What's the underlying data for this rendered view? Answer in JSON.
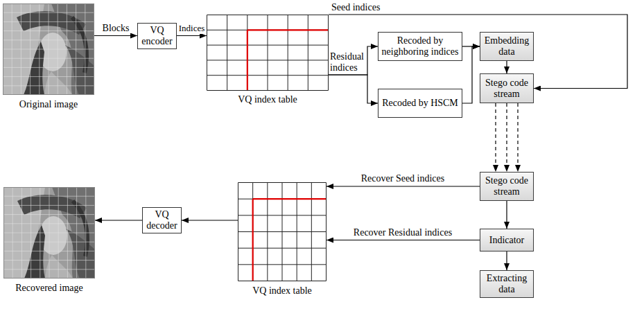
{
  "diagram": {
    "nodes": [
      {
        "text": [
          "Original image"
        ]
      },
      {
        "text": [
          "VQ encoder"
        ]
      },
      {
        "text": [
          "VQ index table"
        ]
      },
      {
        "text": [
          "Recoded by neighboring indices"
        ]
      },
      {
        "text": [
          "Recoded by HSCM"
        ]
      },
      {
        "text": [
          "Embedding data"
        ]
      },
      {
        "text": [
          "Stego code stream"
        ]
      },
      {
        "text": [
          "Stego code stream"
        ]
      },
      {
        "text": [
          "Indicator"
        ]
      },
      {
        "text": [
          "Extracting data"
        ]
      },
      {
        "text": [
          "VQ index table"
        ]
      },
      {
        "text": [
          "VQ decoder"
        ]
      },
      {
        "text": [
          "Recovered image"
        ]
      }
    ],
    "edges": [
      {
        "from": 0,
        "to": 1,
        "label": "Blocks",
        "arrow": "to"
      },
      {
        "from": 1,
        "to": 2,
        "label": "Indices",
        "arrow": "to"
      },
      {
        "from": 2,
        "to": 6,
        "label": "Seed indices",
        "arrow": "to"
      },
      {
        "from": 2,
        "to": 3,
        "label": "Residual indices",
        "arrow": "to"
      },
      {
        "from": 2,
        "to": 4,
        "arrow": "to"
      },
      {
        "from": 3,
        "to": 5,
        "arrow": "to"
      },
      {
        "from": 4,
        "to": 5,
        "arrow": "to"
      },
      {
        "from": 5,
        "to": 6,
        "arrow": "to"
      },
      {
        "from": 6,
        "to": 7,
        "arrow": "to"
      },
      {
        "from": 6,
        "to": 7,
        "arrow": "to"
      },
      {
        "from": 6,
        "to": 7,
        "arrow": "to"
      },
      {
        "from": 7,
        "to": 10,
        "label": "Recover Seed indices",
        "arrow": "to"
      },
      {
        "from": 7,
        "to": 8,
        "arrow": "to"
      },
      {
        "from": 8,
        "to": 10,
        "label": "Recover Residual indices",
        "arrow": "to"
      },
      {
        "from": 8,
        "to": 9,
        "arrow": "to"
      },
      {
        "from": 10,
        "to": 11,
        "arrow": "to"
      },
      {
        "from": 11,
        "to": 12,
        "arrow": "to"
      }
    ]
  }
}
